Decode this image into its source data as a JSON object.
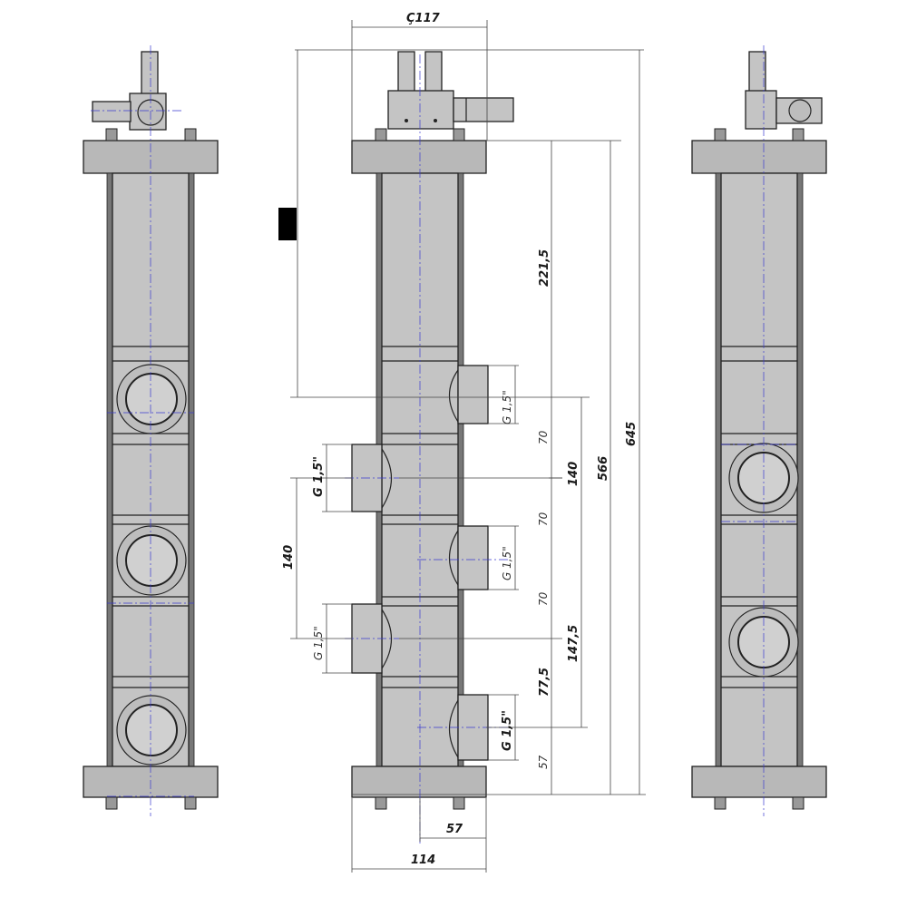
{
  "dimensions": {
    "diameter": "Ç117",
    "length_2215": "221,5",
    "length_566": "566",
    "length_645": "645",
    "spacing_70_a": "70",
    "spacing_70_b": "70",
    "spacing_70_c": "70",
    "spacing_140_right": "140",
    "spacing_140_left": "140",
    "length_1475": "147,5",
    "length_775": "77,5",
    "length_57_v": "57",
    "width_57": "57",
    "width_114": "114"
  },
  "thread_labels": {
    "port_r1": "G 1,5\"",
    "port_l1": "G 1,5\"",
    "port_r2": "G 1,5\"",
    "port_l2": "G 1,5\"",
    "port_r3": "G 1,5\""
  },
  "colors": {
    "body": "#c4c4c4",
    "outline": "#222222",
    "centerline": "#3a3ad0",
    "marker": "#000000"
  }
}
